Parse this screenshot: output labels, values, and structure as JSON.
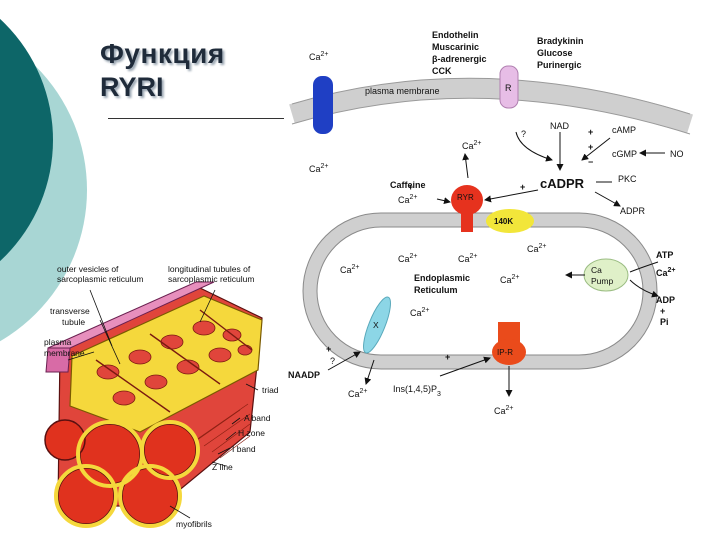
{
  "slide": {
    "title": "Функция",
    "subtitle": "RYRI"
  },
  "colors": {
    "teal_dark": "#0d6668",
    "teal_light": "#a8d6d4",
    "channel_blue": "#1f3fc4",
    "receptor_pink": "#e7bde6",
    "ryr_red": "#e6321e",
    "kinase_yellow": "#f2e63a",
    "pump_green": "#dff0c8",
    "ip3_orange": "#ea4b1b",
    "x_channel_cyan": "#8cd6e6",
    "membrane_gray": "#d8d8d8"
  },
  "pathway": {
    "receptor_group_1": [
      "Endothelin",
      "Muscarinic",
      "β-adrenergic",
      "CCK"
    ],
    "receptor_group_2": [
      "Bradykinin",
      "Glucose",
      "Purinergic"
    ],
    "plasma_membrane_label": "plasma membrane",
    "ca_top": "Ca",
    "ca_top_sup": "2+",
    "ca_bottom": "Ca",
    "ca_bottom_sup": "2+",
    "receptor_letter": "R",
    "ca_mid": "Ca",
    "ca_mid_sup": "2+",
    "question_mark": "?",
    "nad": "NAD",
    "camp": "cAMP",
    "cgmp": "cGMP",
    "no": "NO",
    "cadpr": "cADPR",
    "pkc": "PKC",
    "adpr": "ADPR",
    "caffeine": "Caffeine",
    "ca_caffeine": "Ca",
    "ca_caffeine_sup": "2+",
    "ryr_label": "RYR",
    "kinase_label": "140K",
    "plus": "+",
    "minus": "−",
    "er_label_1": "Endoplasmic",
    "er_label_2": "Reticulum",
    "er_ca": [
      "Ca",
      "Ca",
      "Ca",
      "Ca",
      "Ca",
      "Ca"
    ],
    "er_ca_sup": "2+",
    "pump_label_1": "Ca",
    "pump_label_2": "Pump",
    "atp": "ATP",
    "adp": "ADP",
    "pi": "Pi",
    "ca_right": "Ca",
    "ca_right_sup": "2+",
    "x_channel_label": "X",
    "naadp": "NAADP",
    "ca_naadp": "Ca",
    "ca_naadp_sup": "2+",
    "ip3r_label": "IP-R",
    "ins_label": "Ins(1,4,5)P",
    "ins_sub": "3",
    "ca_ip3": "Ca",
    "ca_ip3_sup": "2+"
  },
  "muscle": {
    "outer_vesicles": [
      "outer vesicles of",
      "sarcoplasmic reticulum"
    ],
    "longitudinal_tubules": [
      "longitudinal tubules of",
      "sarcoplasmic reticulum"
    ],
    "transverse_tubule": [
      "transverse",
      "tubule"
    ],
    "plasma_membrane": [
      "plasma",
      "membrane"
    ],
    "triad": "triad",
    "a_band": "A band",
    "h_zone": "H zone",
    "i_band": "I band",
    "z_line": "Z line",
    "myofibrils": "myofibrils"
  }
}
